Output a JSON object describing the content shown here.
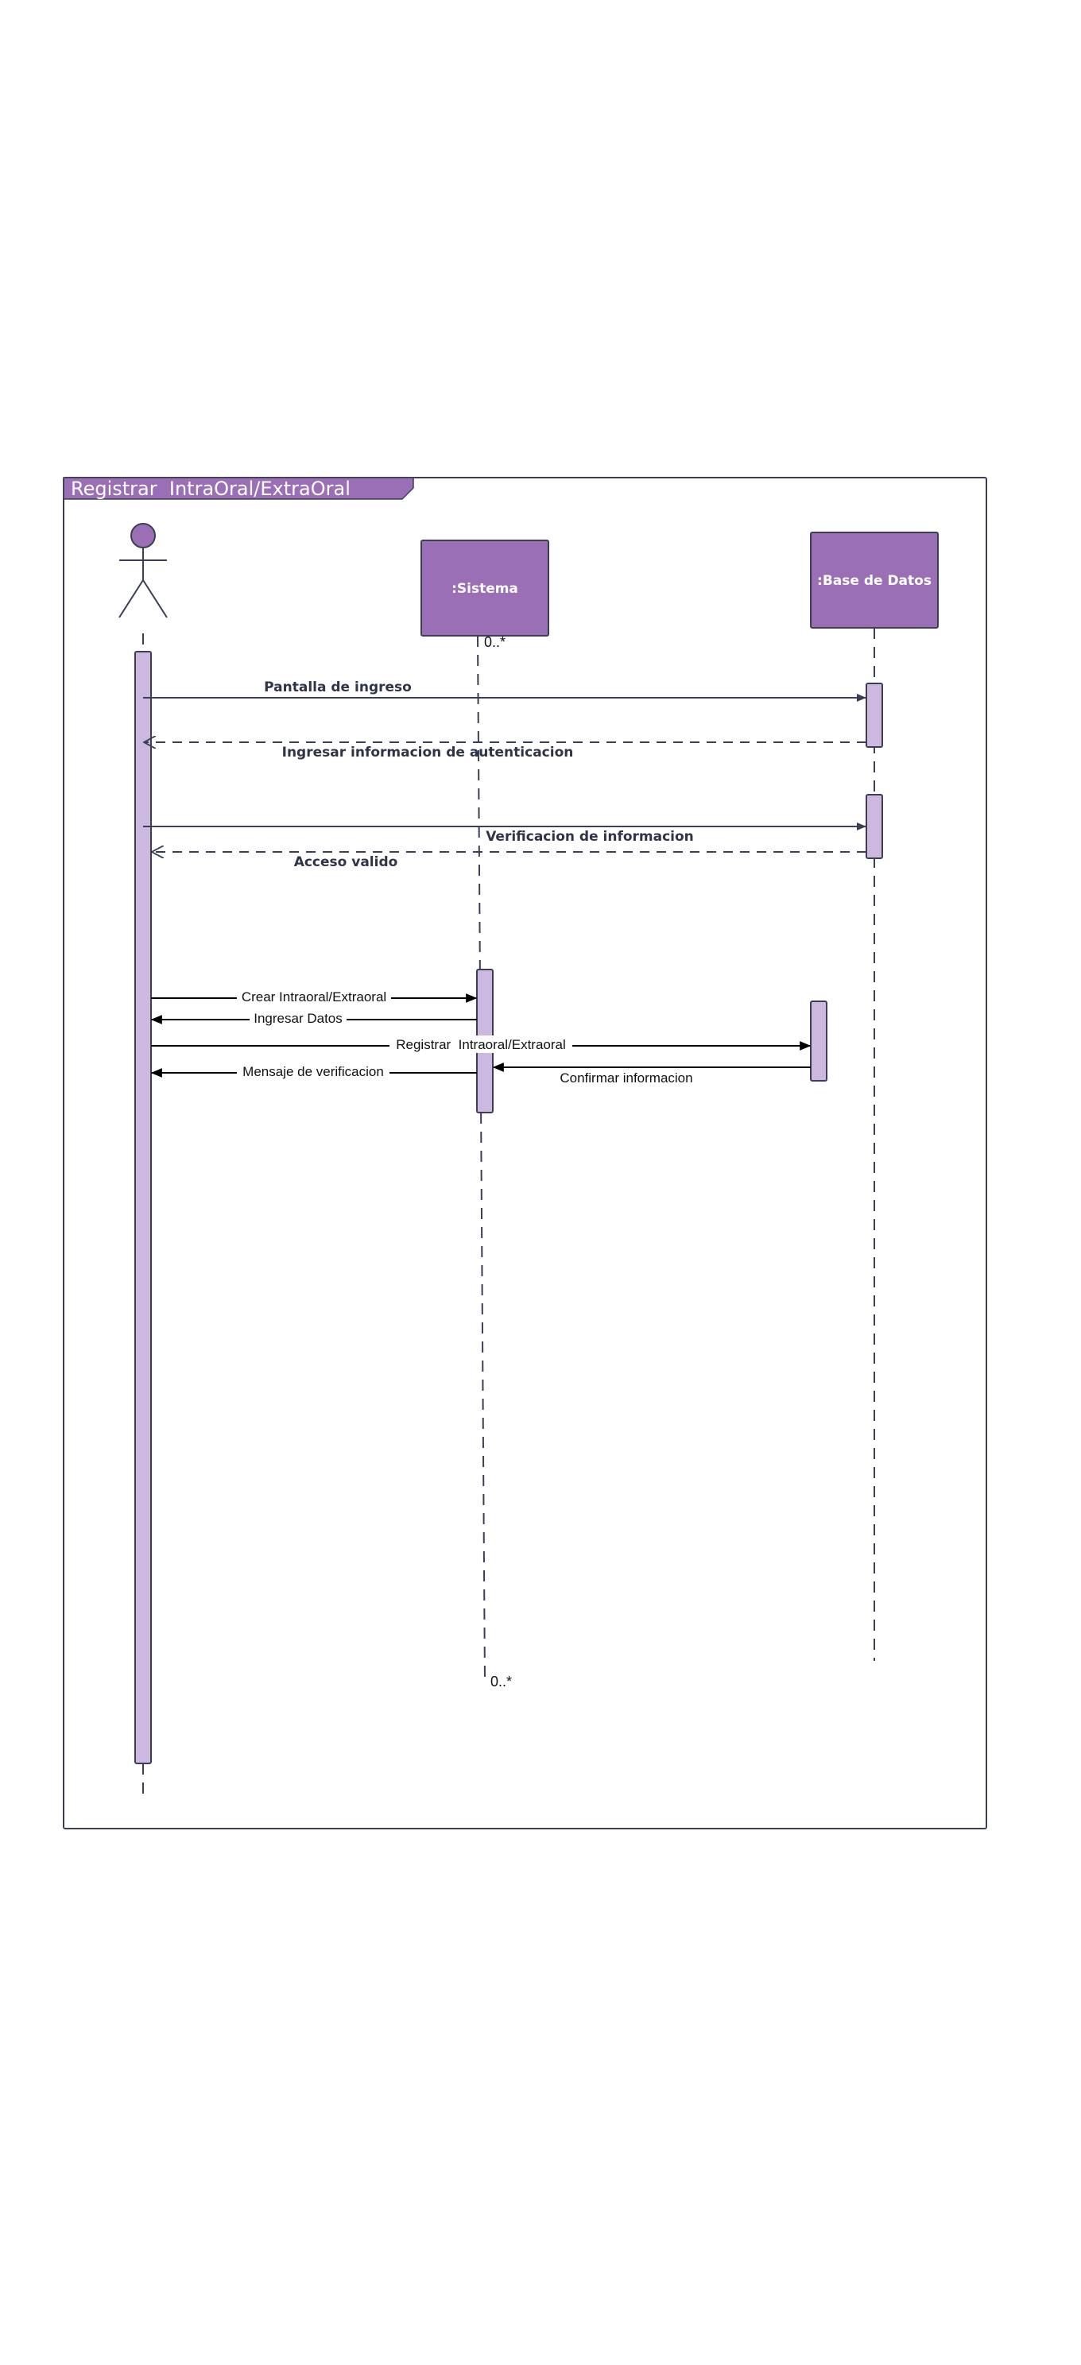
{
  "frame": {
    "title": "Registrar  IntraOral/ExtraOral"
  },
  "participants": {
    "actor": {
      "label": ""
    },
    "sistema": {
      "label": ":Sistema"
    },
    "base_datos": {
      "label": ":Base de Datos"
    }
  },
  "multiplicity": {
    "sistema_top": "0..*",
    "sistema_bottom": "0..*"
  },
  "messages": {
    "pantalla_ingreso": "Pantalla de ingreso",
    "ingresar_autenticacion": "Ingresar informacion de autenticacion",
    "verificacion": "Verificacion de informacion",
    "acceso_valido": "Acceso valido",
    "crear": "Crear Intraoral/Extraoral",
    "ingresar_datos": "Ingresar Datos",
    "registrar": "Registrar  Intraoral/Extraoral",
    "confirmar": "Confirmar informacion",
    "mensaje_verificacion": "Mensaje de verificacion"
  },
  "colors": {
    "participant_fill": "#9a6fb5",
    "activation_fill": "#cdb8e0",
    "stroke": "#3a3f55",
    "background": "#ffffff"
  }
}
